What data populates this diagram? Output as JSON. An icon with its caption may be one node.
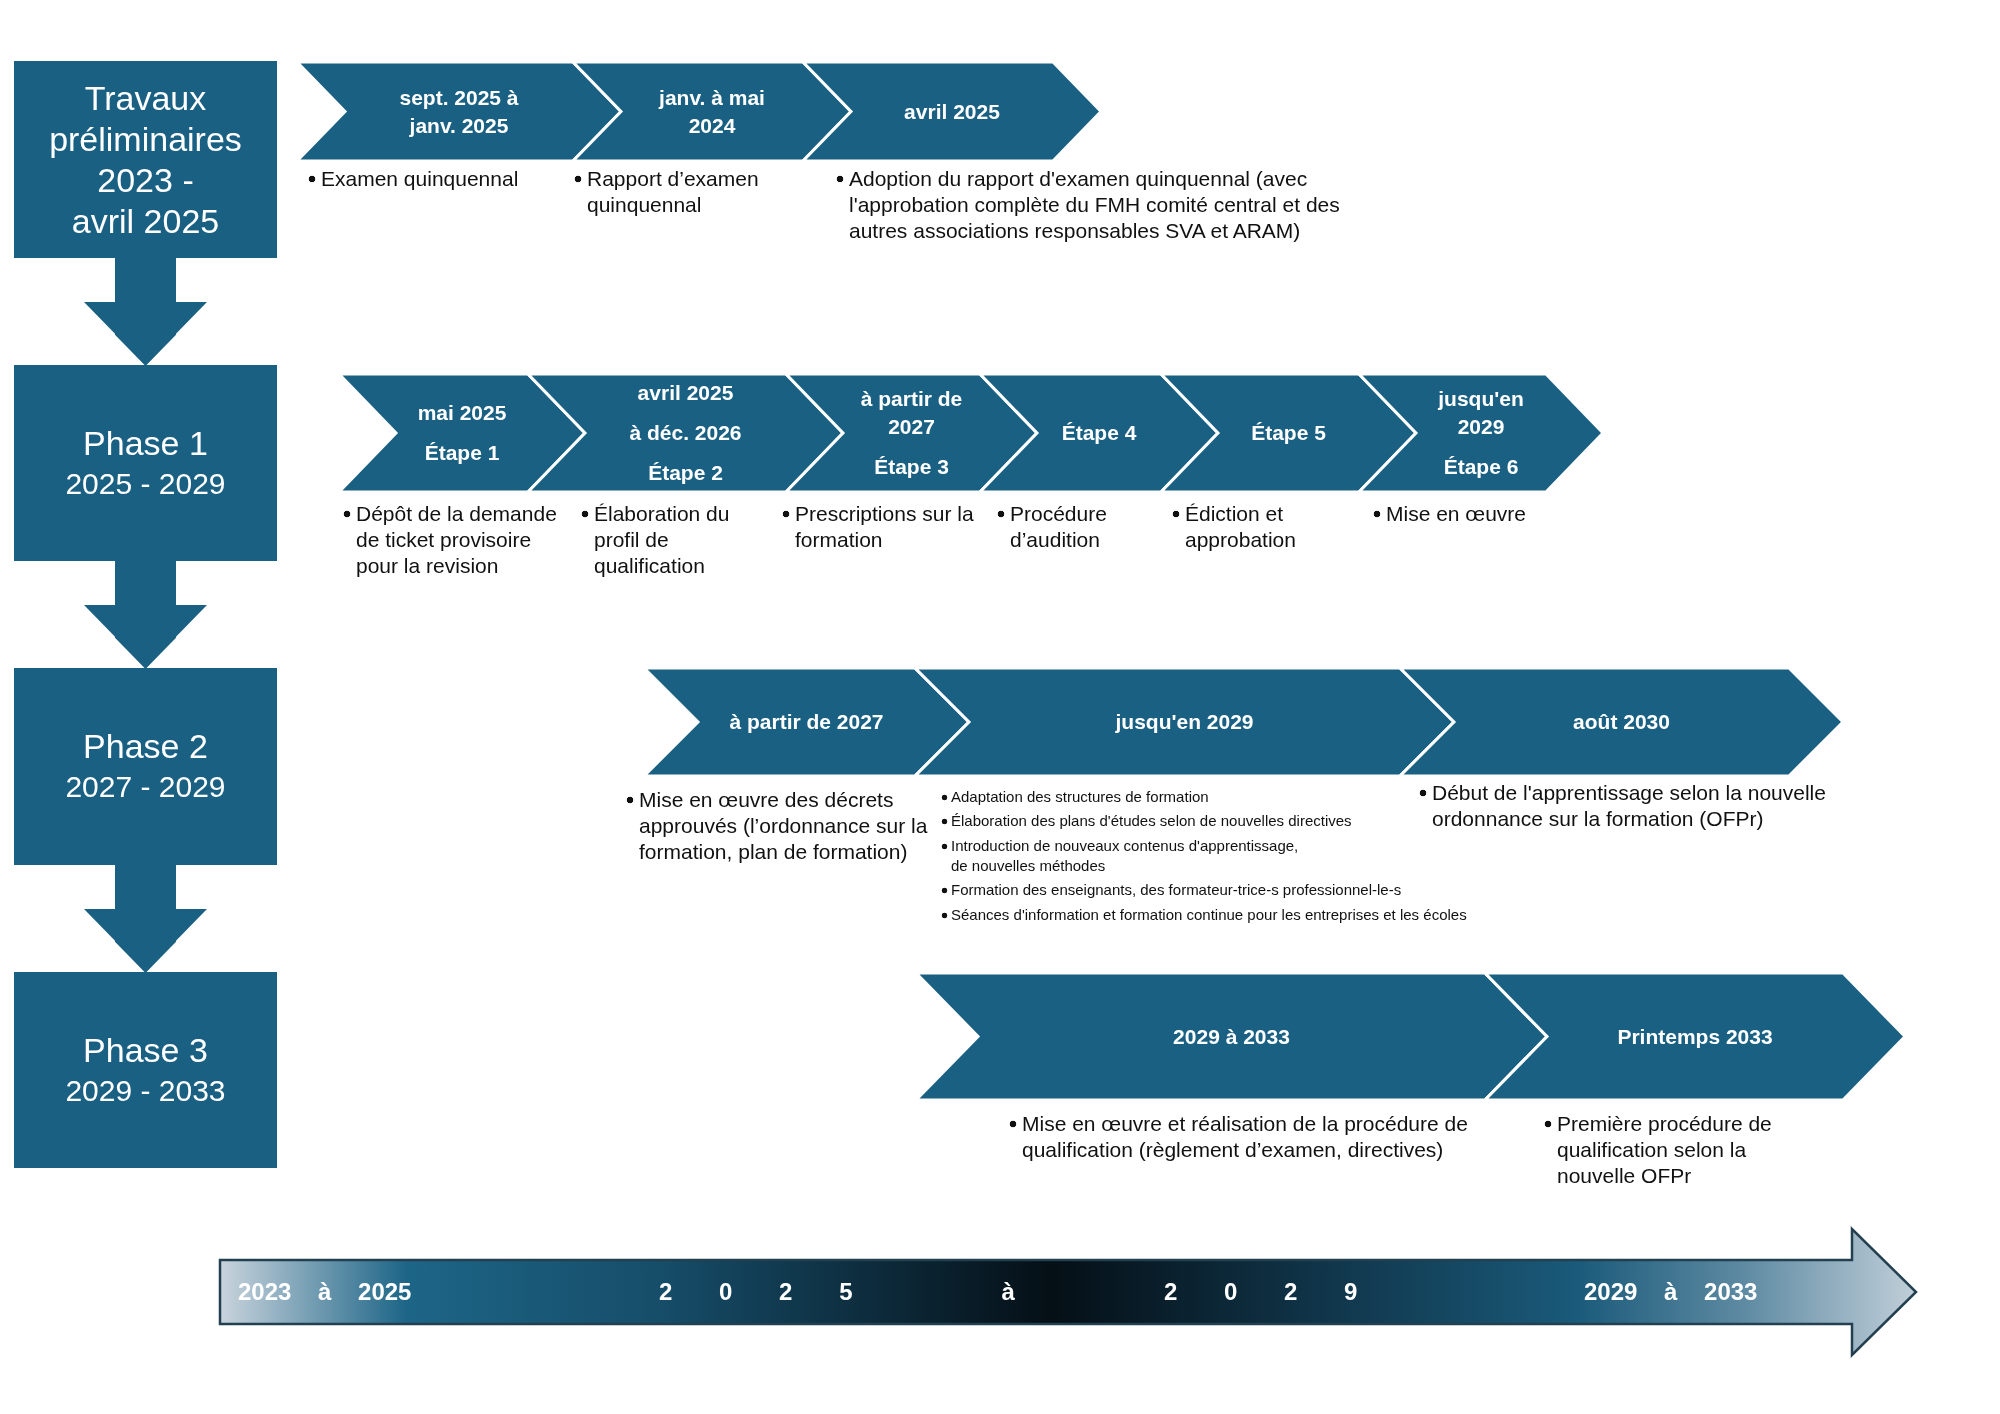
{
  "diagram": {
    "nodes": [
      {
        "text": [
          "Travaux préliminaires 2023 - avril 2025"
        ]
      },
      {
        "text": [
          "sept. 2025 à janv. 2025"
        ],
        "beside": [
          "Examen quinquennal"
        ]
      },
      {
        "text": [
          "janv. à mai 2024"
        ],
        "beside": [
          "Rapport d’examen quinquennal"
        ]
      },
      {
        "text": [
          "avril 2025"
        ],
        "beside": [
          "Adoption du rapport d'examen quinquennal (avec l'approbation complète du FMH comité central et des autres associations responsables SVA et ARAM)"
        ]
      },
      {
        "text": [
          "Phase 1",
          "2025 - 2029"
        ]
      },
      {
        "text": [
          "mai 2025",
          "Étape 1"
        ],
        "beside": [
          "Dépôt de la demande de ticket provisoire pour la revision"
        ]
      },
      {
        "text": [
          "avril 2025",
          "à déc. 2026",
          "Étape 2"
        ],
        "beside": [
          "Élaboration du profil de qualification"
        ]
      },
      {
        "text": [
          "à partir de 2027",
          "Étape 3"
        ],
        "beside": [
          "Prescriptions sur la formation"
        ]
      },
      {
        "text": [
          "Étape 4"
        ],
        "beside": [
          "Procédure d’audition"
        ]
      },
      {
        "text": [
          "Étape 5"
        ],
        "beside": [
          "Édiction et approbation"
        ]
      },
      {
        "text": [
          "jusqu'en 2029",
          "Étape 6"
        ],
        "beside": [
          "Mise en œuvre"
        ]
      },
      {
        "text": [
          "Phase 2",
          "2027 - 2029"
        ]
      },
      {
        "text": [
          "à partir de 2027"
        ],
        "beside": [
          "Mise en œuvre des décrets approuvés (l’ordonnance sur la formation, plan de formation)"
        ]
      },
      {
        "text": [
          "jusqu'en 2029"
        ],
        "beside": [
          "Adaptation des structures de formation",
          "Élaboration des plans d'études selon de nouvelles directives",
          "Introduction de nouveaux contenus d'apprentissage, de nouvelles méthodes",
          "Formation des enseignants, des formateur-trice-s professionnel-le-s",
          "Séances d'information et formation continue pour les entreprises et les écoles"
        ]
      },
      {
        "text": [
          "août 2030"
        ],
        "beside": [
          "Début de l'apprentissage selon la nouvelle ordonnance sur la formation (OFPr)"
        ]
      },
      {
        "text": [
          "Phase 3",
          "2029 - 2033"
        ]
      },
      {
        "text": [
          "2029 à 2033"
        ],
        "beside": [
          "Mise en œuvre et réalisation de la procédure de qualification (règlement d’examen, directives)"
        ]
      },
      {
        "text": [
          "Printemps 2033"
        ],
        "beside": [
          "Première procédure de qualification selon la nouvelle OFPr"
        ]
      },
      {
        "text": [
          "2023 à 2025",
          "2025 à 2029",
          "2029 à 2033"
        ]
      }
    ],
    "edges": [
      {
        "from": 0,
        "to": 4,
        "arrow": "to"
      },
      {
        "from": 4,
        "to": 11,
        "arrow": "to"
      },
      {
        "from": 11,
        "to": 15,
        "arrow": "to"
      }
    ]
  }
}
